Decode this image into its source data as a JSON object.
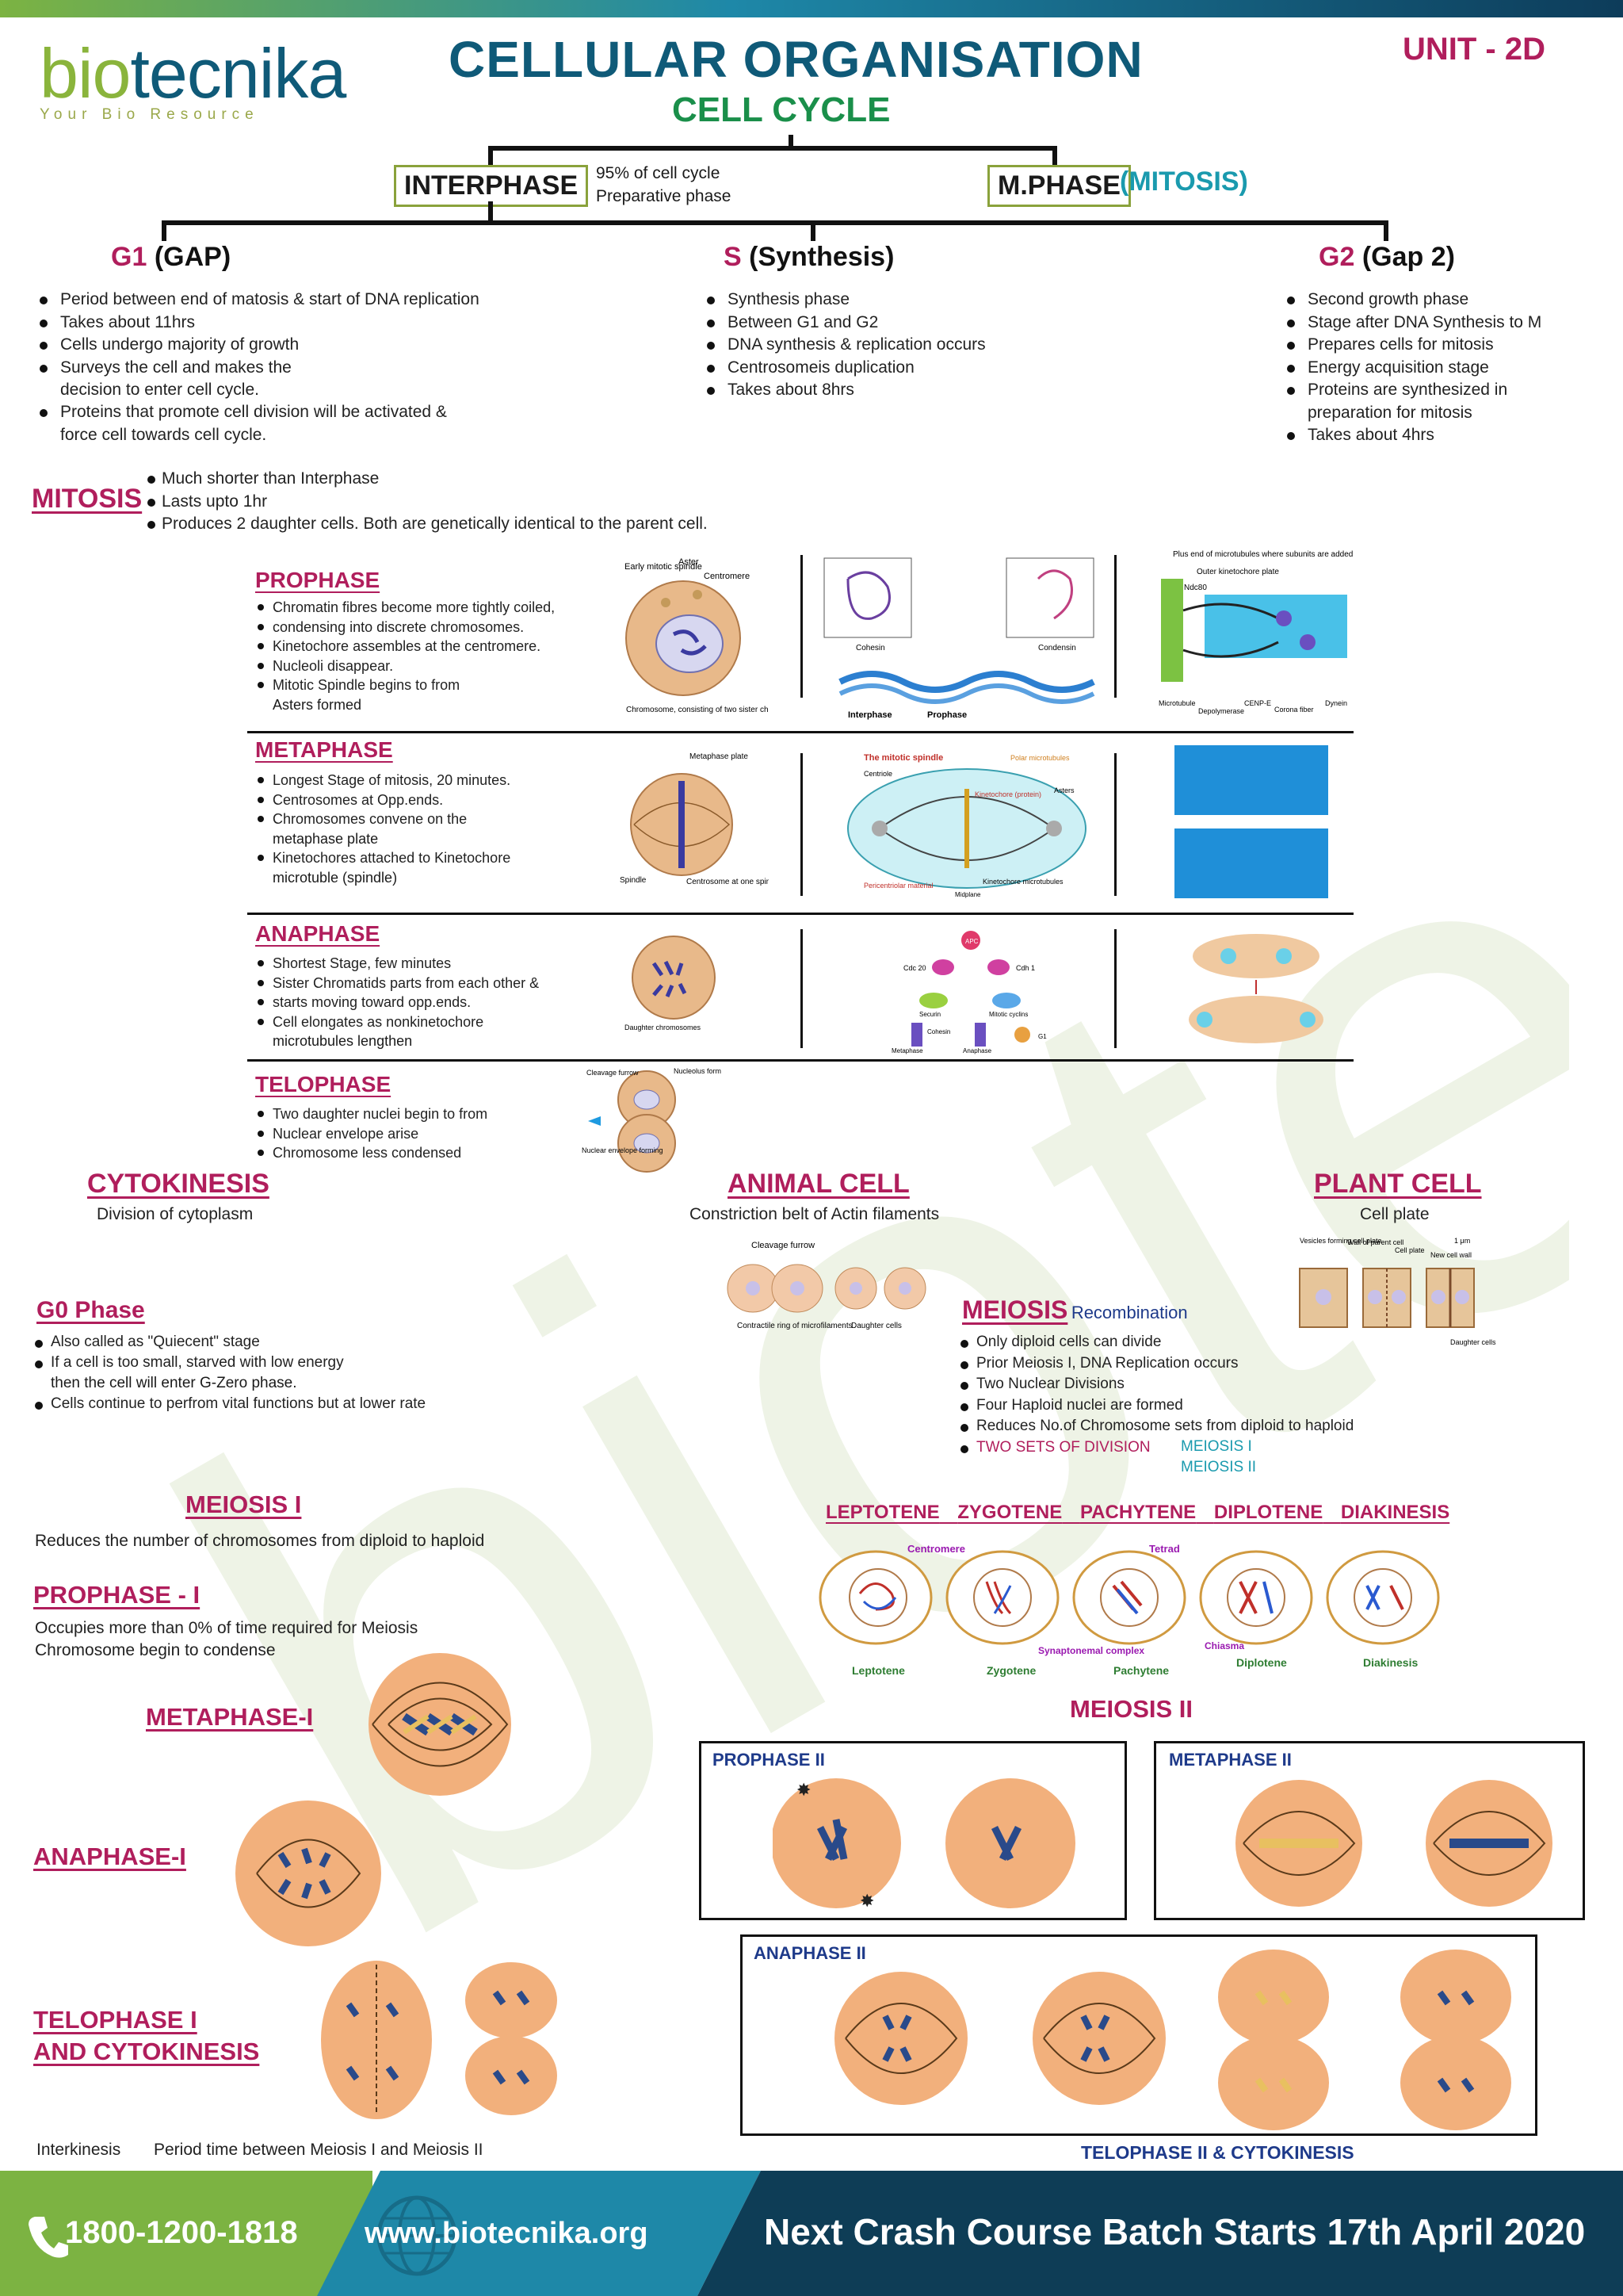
{
  "header": {
    "logo_text": "biotecnika",
    "logo_tagline": "Your Bio Resource",
    "title": "CELLULAR ORGANISATION",
    "subtitle": "CELL CYCLE",
    "unit": "UNIT - 2D"
  },
  "cycle": {
    "interphase": "INTERPHASE",
    "interphase_note_1": "95% of cell cycle",
    "interphase_note_2": "Preparative phase",
    "mphase": "M.PHASE",
    "mphase_note": "(MITOSIS)"
  },
  "g1": {
    "key": "G1",
    "name": "(GAP)",
    "items": [
      "Period between end of matosis & start of DNA replication",
      "Takes about 11hrs",
      "Cells undergo majority of growth",
      "Surveys the cell and makes the",
      "decision to enter cell cycle.",
      "Proteins that promote cell division will be activated &",
      "force cell towards cell cycle."
    ]
  },
  "s": {
    "key": "S",
    "name": "(Synthesis)",
    "items": [
      "Synthesis phase",
      "Between G1 and G2",
      "DNA synthesis & replication occurs",
      "Centrosomeis duplication",
      "Takes about 8hrs"
    ]
  },
  "g2": {
    "key": "G2",
    "name": "(Gap 2)",
    "items": [
      "Second growth phase",
      "Stage after DNA Synthesis to M",
      "Prepares cells for mitosis",
      "Energy acquisition stage",
      "Proteins are synthesized in",
      "preparation for mitosis",
      "Takes about 4hrs"
    ]
  },
  "mitosis": {
    "title": "MITOSIS",
    "items": [
      "Much shorter than Interphase",
      "Lasts upto 1hr",
      "Produces 2 daughter cells. Both are genetically identical to the parent cell."
    ]
  },
  "prophase": {
    "title": "PROPHASE",
    "items": [
      "Chromatin fibres become more tightly coiled,",
      "condensing into discrete chromosomes.",
      "Kinetochore assembles at the centromere.",
      "Nucleoli disappear.",
      "Mitotic Spindle begins to from",
      "Asters formed"
    ],
    "fig_labels": {
      "early_spindle": "Early mitotic spindle",
      "aster": "Aster",
      "centromere": "Centromere",
      "chromosome": "Chromosome, consisting of two sister chromatids",
      "interphase": "Interphase",
      "prophase": "Prophase",
      "cohesin": "Cohesin",
      "condensin": "Condensin",
      "plus_ends": "Plus end of microtubules where subunits are added or lost",
      "outer_plate": "Outer kinetochore plate",
      "ndc80": "Ndc80",
      "microtubule": "Microtubule",
      "depolymerase": "Depolymerase",
      "cenpe": "CENP-E",
      "corona": "Corona fiber",
      "dynein": "Dynein"
    }
  },
  "metaphase": {
    "title": "METAPHASE",
    "items": [
      "Longest Stage of mitosis, 20 minutes.",
      "Centrosomes at Opp.ends.",
      "Chromosomes convene on the",
      "metaphase plate",
      "Kinetochores attached to Kinetochore",
      "microtuble (spindle)"
    ],
    "fig_labels": {
      "plate": "Metaphase plate",
      "spindle": "Spindle",
      "centrosome": "Centrosome at one spindle pole",
      "mitotic_spindle": "The mitotic spindle",
      "centriole": "Centriole",
      "kinetochore": "Kinetochore (protein)",
      "polar_mt": "Polar microtubules",
      "asters": "Asters",
      "pericentriolar": "Pericentriolar material",
      "kinetochore_mt": "Kinetochore microtubules",
      "midplane": "Midplane"
    }
  },
  "anaphase": {
    "title": "ANAPHASE",
    "items": [
      "Shortest Stage, few minutes",
      "Sister Chromatids parts from each other &",
      "starts moving toward opp.ends.",
      "Cell elongates as nonkinetochore",
      "microtubules lengthen"
    ],
    "fig_labels": {
      "daughter": "Daughter chromosomes",
      "apc": "APC",
      "cdc20": "Cdc 20",
      "cdh1": "Cdh 1",
      "securin": "Securin",
      "cyclins": "Mitotic cyclins",
      "cohesin": "Cohesin",
      "metaphase": "Metaphase",
      "anaphase": "Anaphase",
      "g1": "G1"
    }
  },
  "telophase": {
    "title": "TELOPHASE",
    "items": [
      "Two daughter nuclei begin to from",
      "Nuclear envelope arise",
      "Chromosome less condensed"
    ],
    "fig_labels": {
      "cleavage": "Cleavage furrow",
      "nucleolus": "Nucleolus forming",
      "envelope": "Nuclear envelope forming"
    }
  },
  "cytokinesis": {
    "title": "CYTOKINESIS",
    "desc": "Division of cytoplasm",
    "animal_title": "ANIMAL CELL",
    "animal_desc": "Constriction belt of Actin filaments",
    "animal_labels": {
      "furrow": "Cleavage furrow",
      "ring": "Contractile ring of microfilaments",
      "daughters": "Daughter cells"
    },
    "plant_title": "PLANT CELL",
    "plant_desc": "Cell plate",
    "plant_labels": {
      "vesicles": "Vesicles forming cell plate",
      "wall": "Wall of parent cell",
      "plate": "Cell plate",
      "new_wall": "New cell wall",
      "scale": "1 μm",
      "daughters": "Daughter cells"
    }
  },
  "g0": {
    "title": "G0 Phase",
    "items": [
      "Also called as \"Quiecent\" stage",
      "If a cell is too small, starved with low energy",
      "then the cell will enter G-Zero phase.",
      "Cells continue to perfrom vital functions but at lower rate"
    ]
  },
  "meiosis": {
    "title": "MEIOSIS",
    "subtitle": "Recombination",
    "items": [
      "Only diploid cells can divide",
      "Prior Meiosis I, DNA Replication occurs",
      "Two Nuclear Divisions",
      "Four Haploid nuclei are formed",
      "Reduces No.of Chromosome sets from diploid to haploid"
    ],
    "two_sets": "TWO SETS OF DIVISION",
    "set_1": "MEIOSIS I",
    "set_2": "MEIOSIS II"
  },
  "meiosis1": {
    "title": "MEIOSIS I",
    "desc": "Reduces the number of chromosomes from diploid to haploid",
    "prophase_title": "PROPHASE - I",
    "prophase_line_1": "Occupies more than 0% of time required for Meiosis",
    "prophase_line_2": "Chromosome begin to condense",
    "metaphase_title": "METAPHASE-I",
    "anaphase_title": "ANAPHASE-I",
    "telophase_title_1": "TELOPHASE I",
    "telophase_title_2": "AND CYTOKINESIS",
    "interkinesis": "Interkinesis",
    "interkinesis_desc": "Period time between Meiosis I and Meiosis II"
  },
  "substages": {
    "header": [
      "LEPTOTENE",
      "ZYGOTENE",
      "PACHYTENE",
      "DIPLOTENE",
      "DIAKINESIS"
    ],
    "labels": [
      "Leptotene",
      "Zygotene",
      "Pachytene",
      "Diplotene",
      "Diakinesis"
    ],
    "centromere": "Centromere",
    "tetrad": "Tetrad",
    "synaptonemal": "Synaptonemal complex",
    "chiasma": "Chiasma"
  },
  "meiosis2": {
    "title": "MEIOSIS II",
    "prophase": "PROPHASE II",
    "metaphase": "METAPHASE II",
    "anaphase": "ANAPHASE II",
    "telophase": "TELOPHASE II & CYTOKINESIS"
  },
  "footer": {
    "phone": "1800-1200-1818",
    "website": "www.biotecnika.org",
    "announcement": "Next Crash Course Batch Starts 17th April 2020"
  },
  "icons": {
    "phone": "phone-icon",
    "globe": "globe-icon"
  },
  "colors": {
    "title_blue": "#0f5a78",
    "subtitle_green": "#1a8f4a",
    "magenta": "#b01e5c",
    "meiosis2_blue": "#1e3a8a",
    "footer_green": "#7cb342",
    "footer_blue": "#1e88a8",
    "footer_dark": "#0e3d56"
  }
}
